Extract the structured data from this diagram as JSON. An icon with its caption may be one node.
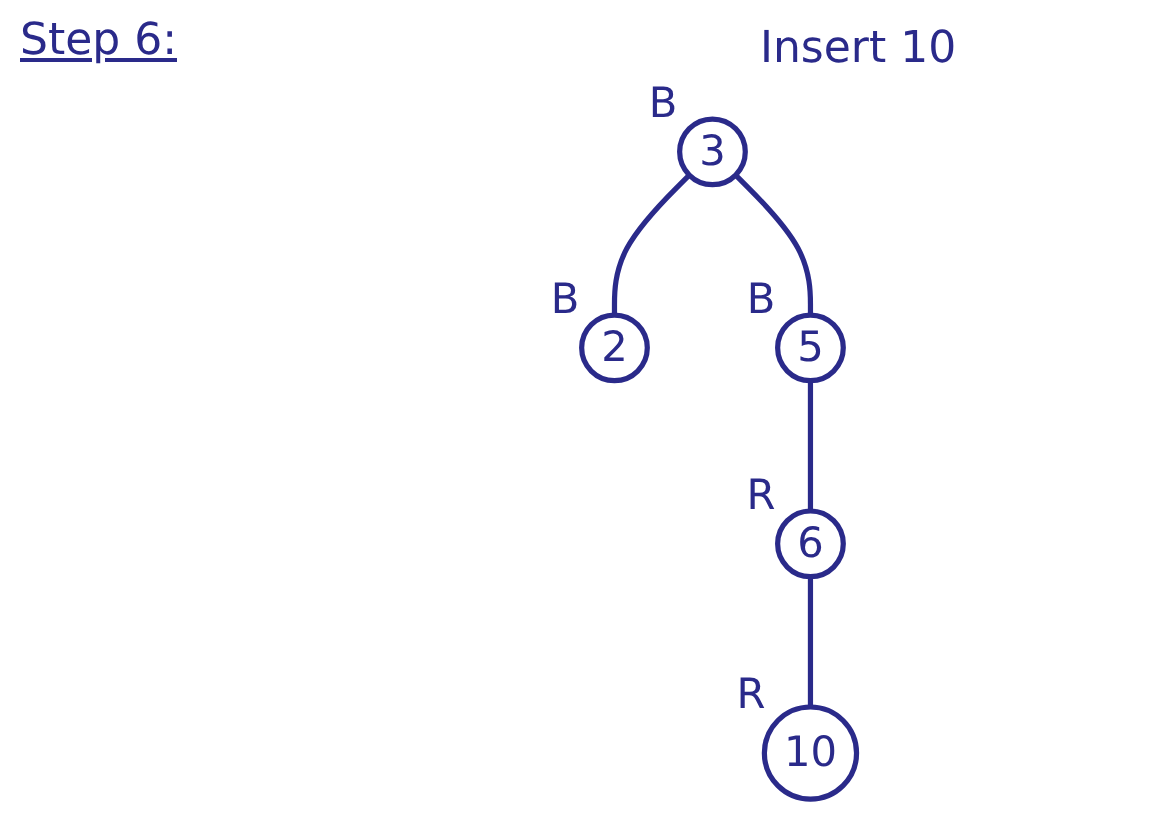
{
  "diagram": {
    "title": "Step 6:",
    "nodes": [
      {
        "text": [
          "3"
        ],
        "beside": [
          "B"
        ]
      },
      {
        "text": [
          "2"
        ],
        "beside": [
          "B"
        ]
      },
      {
        "text": [
          "5"
        ],
        "beside": [
          "B"
        ]
      },
      {
        "text": [
          "6"
        ],
        "beside": [
          "R"
        ]
      },
      {
        "text": [
          "10"
        ],
        "beside": [
          "R"
        ]
      }
    ],
    "edges": [
      {
        "from": 0,
        "to": 1,
        "arrow": "none"
      },
      {
        "from": 0,
        "to": 2,
        "arrow": "none"
      },
      {
        "from": 2,
        "to": 3,
        "arrow": "none"
      },
      {
        "from": 3,
        "to": 4,
        "arrow": "none"
      }
    ],
    "labels": [
      "Insert 10"
    ]
  }
}
